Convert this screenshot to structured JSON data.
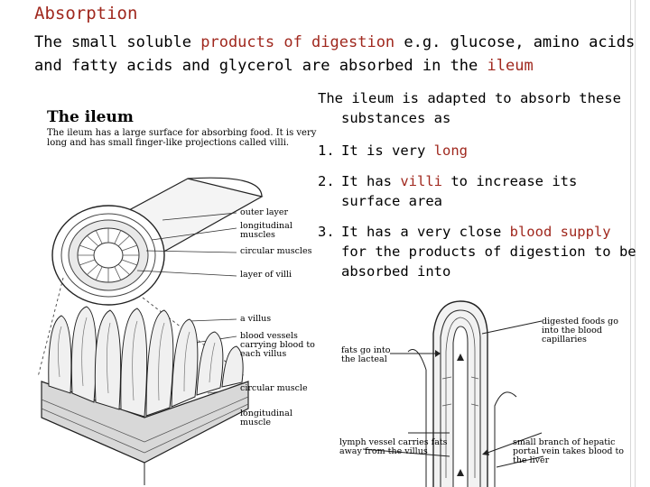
{
  "slide": {
    "title": "Absorption",
    "intro": {
      "part1": "The small soluble ",
      "highlight1": "products of digestion",
      "part2": " e.g. glucose, amino acids and fatty acids and glycerol are absorbed in the ",
      "highlight2": "ileum"
    },
    "lead": "The ileum is adapted to absorb these substances as",
    "points": [
      {
        "num": "1.",
        "pre": "It is very ",
        "hl": "long",
        "post": ""
      },
      {
        "num": "2.",
        "pre": "It has ",
        "hl": "villi",
        "post": " to increase its surface area"
      },
      {
        "num": "3.",
        "pre": "It has a very close ",
        "hl": "blood supply",
        "post": " for the products of digestion to be absorbed into"
      }
    ]
  },
  "figure_ileum": {
    "title": "The ileum",
    "description": "The ileum has a large surface for absorbing food. It is very long and has small finger-like projections called villi.",
    "labels": {
      "outer_layer": "outer layer",
      "longitudinal_muscles": "longitudinal muscles",
      "circular_muscles": "circular muscles",
      "layer_of_villi": "layer of villi",
      "a_villus": "a villus",
      "blood_vessels": "blood vessels carrying blood to each villus",
      "circular_muscle": "circular muscle",
      "longitudinal_muscle": "longitudinal muscle"
    }
  },
  "figure_villus": {
    "labels": {
      "digested_foods": "digested foods go into the blood capillaries",
      "fats": "fats go into the lacteal",
      "lymph_vessel": "lymph vessel carries fats away from the villus",
      "portal_vein": "small branch of hepatic portal vein takes blood to the liver"
    }
  },
  "colors": {
    "accent": "#a0281e"
  }
}
